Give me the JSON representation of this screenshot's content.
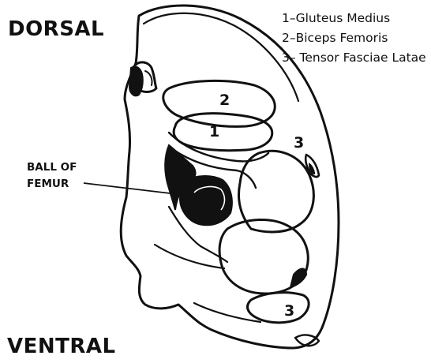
{
  "orientation": {
    "top_label": "DORSAL",
    "bottom_label": "VENTRAL"
  },
  "legend": [
    {
      "number": "1",
      "name": "Gluteus Medius",
      "text": "1–Gluteus Medius"
    },
    {
      "number": "2",
      "name": "Biceps Femoris",
      "text": "2–Biceps Femoris"
    },
    {
      "number": "3",
      "name": "Tensor Fasciae Latae",
      "text": "3– Tensor Fasciae Latae"
    }
  ],
  "annotation": {
    "line1": "BALL OF",
    "line2": "FEMUR"
  },
  "region_numbers": {
    "gluteus_medius": "1",
    "biceps_femoris": "2",
    "tensor_upper": "3",
    "tensor_lower": "3"
  },
  "colors": {
    "ink": "#111111",
    "background": "#ffffff"
  }
}
